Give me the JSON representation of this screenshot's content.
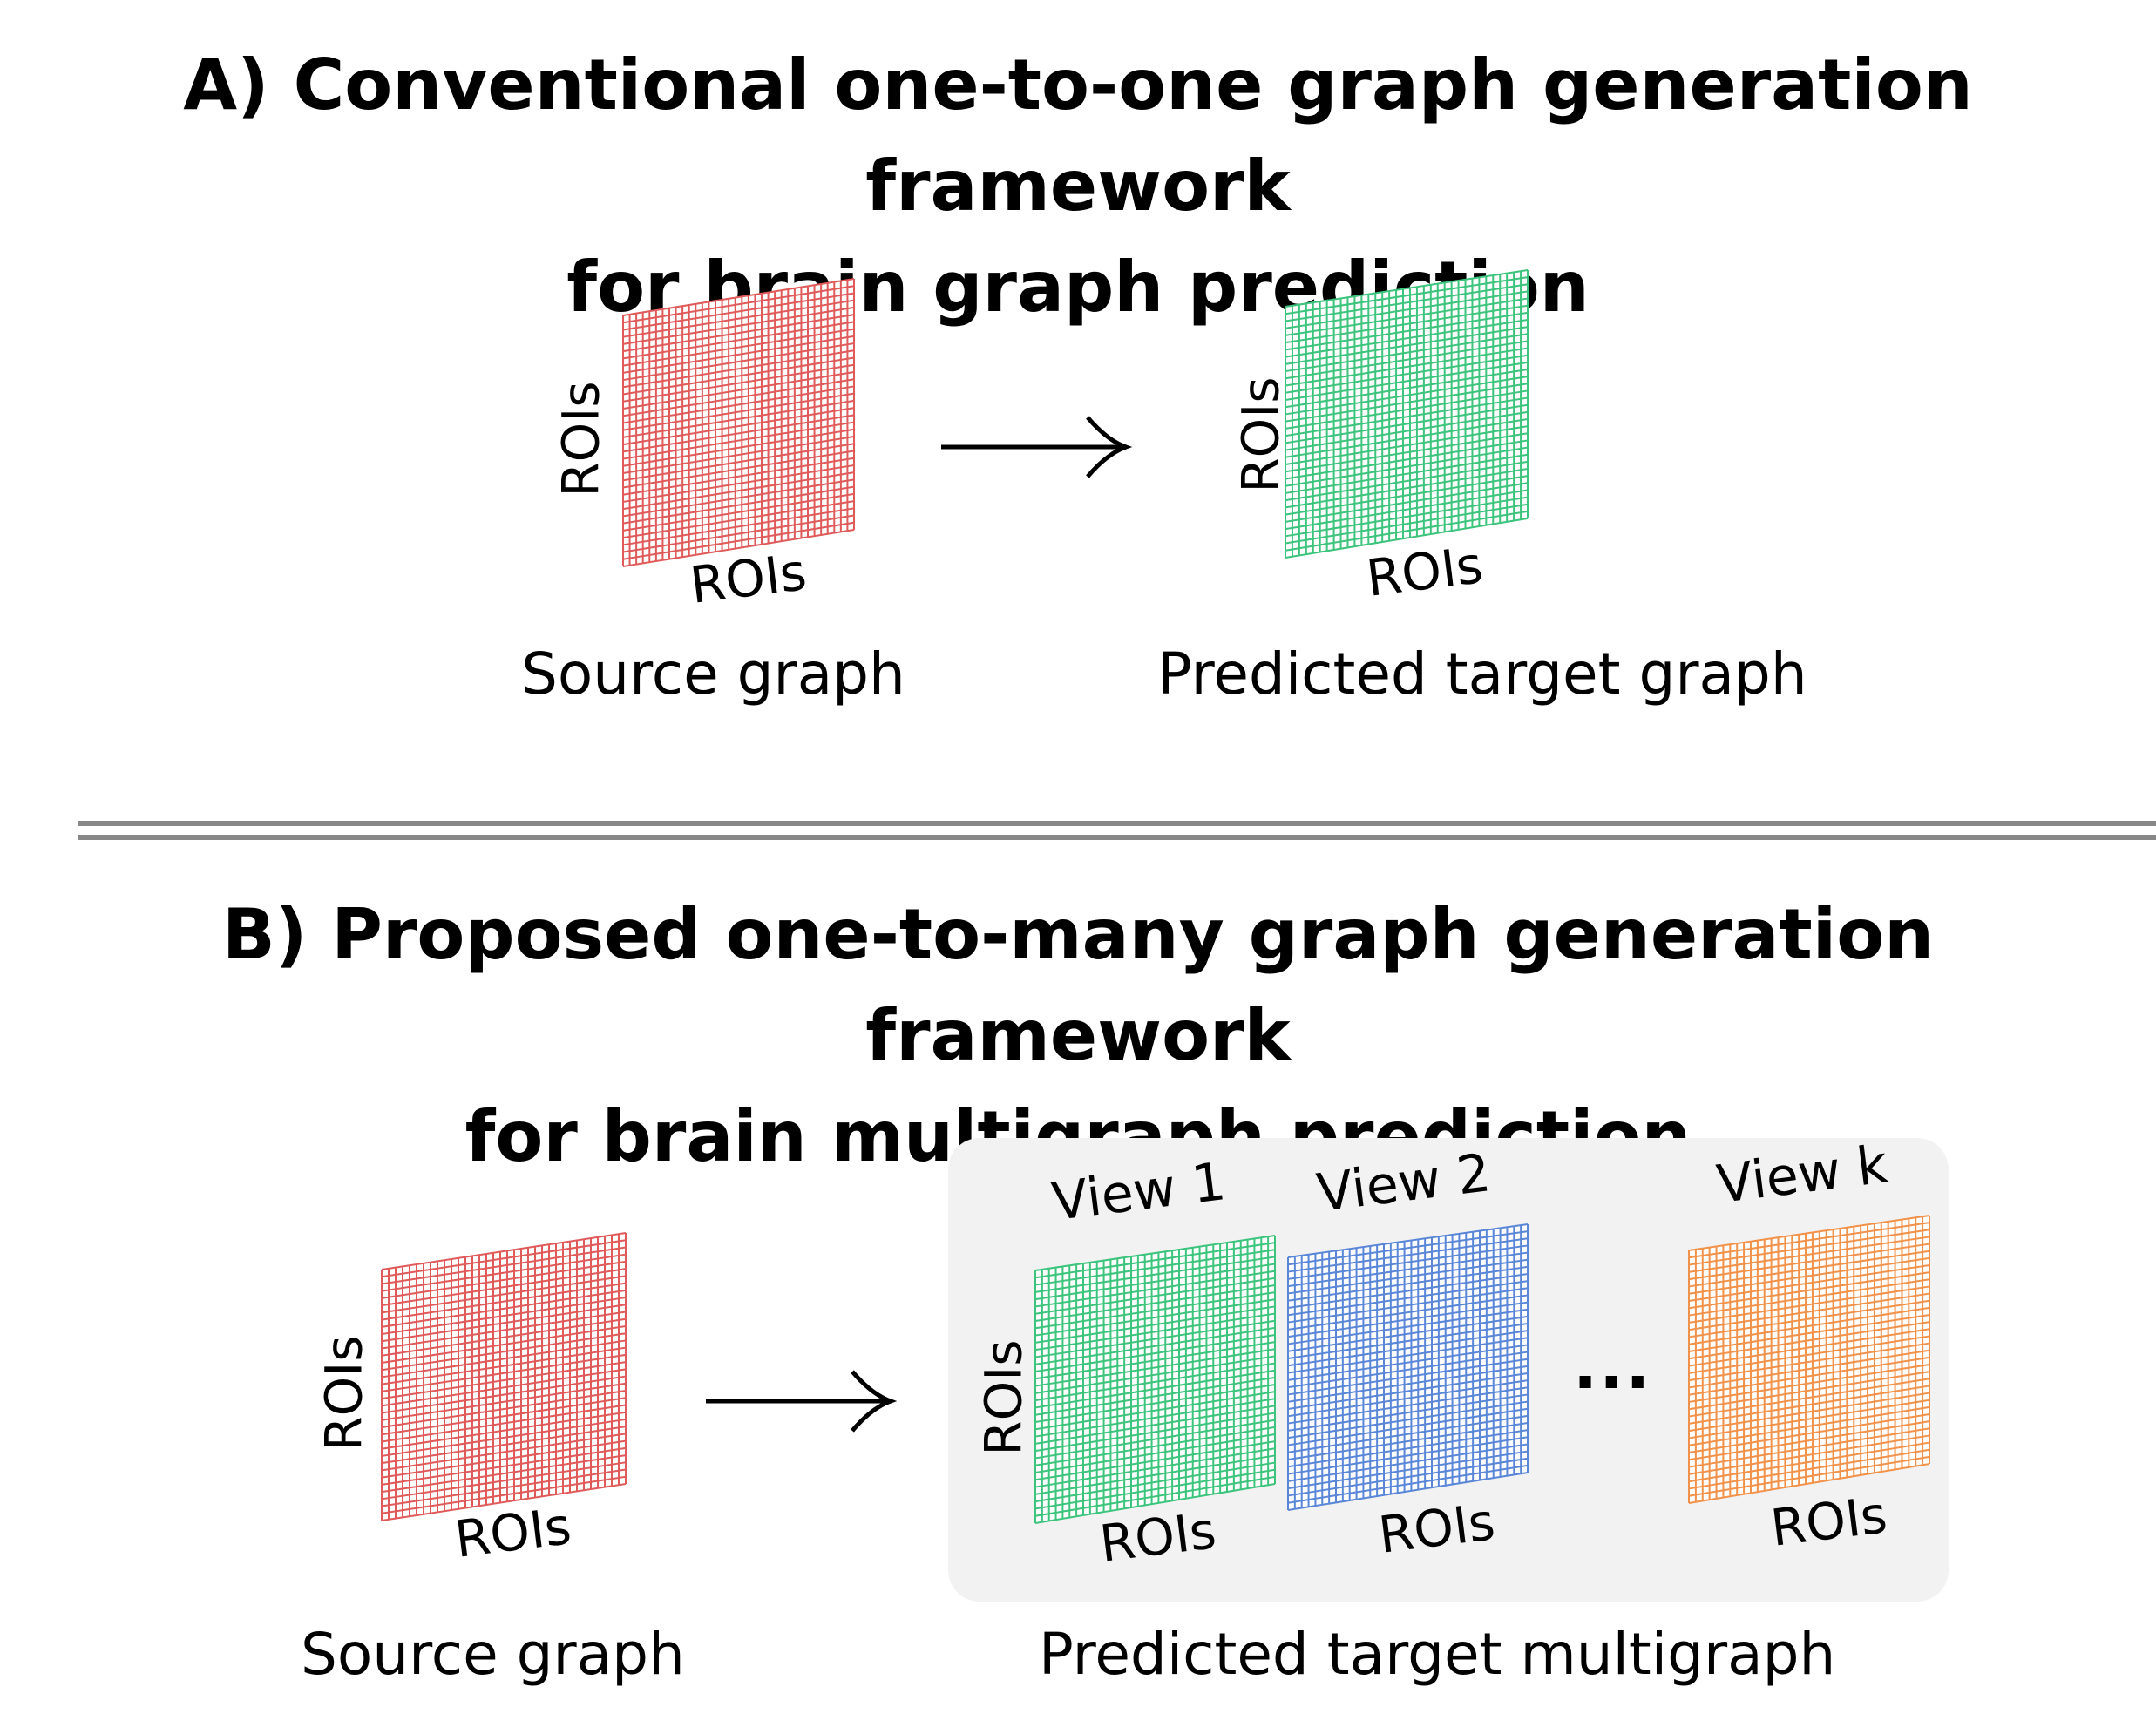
{
  "panel_a": {
    "title_line1": "A) Conventional one-to-one graph generation framework",
    "title_line2": "for brain graph prediction",
    "source_caption": "Source graph",
    "target_caption": "Predicted target graph",
    "axis_label": "ROIs"
  },
  "panel_b": {
    "title_line1": "B) Proposed one-to-many graph generation framework",
    "title_line2": "for brain multigraph prediction",
    "source_caption": "Source graph",
    "target_caption": "Predicted target multigraph",
    "axis_label": "ROIs",
    "views": [
      "View 1",
      "View 2",
      "View k"
    ],
    "ellipsis": "..."
  },
  "colors": {
    "source": "#e05a5a",
    "view1": "#3cc47c",
    "view2": "#5a86d8",
    "viewk": "#f2924a",
    "separator": "#888888",
    "panel_background": "#f2f2f2"
  },
  "icons": [
    "source-graph-matrix",
    "target-graph-matrix",
    "arrow-right-icon"
  ]
}
